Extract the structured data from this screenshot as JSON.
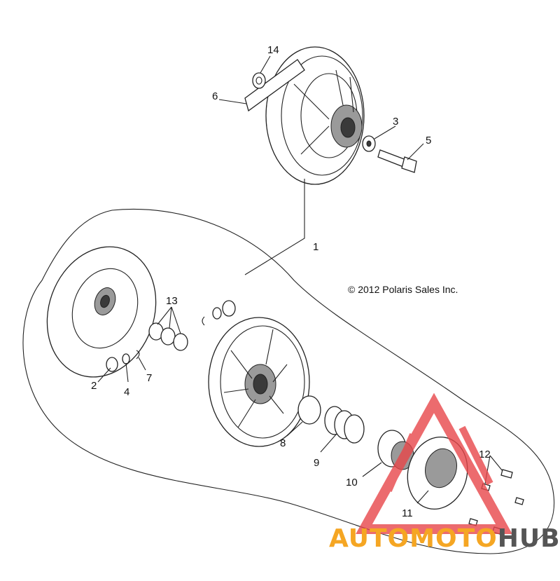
{
  "copyright": "© 2012 Polaris Sales Inc.",
  "callouts": [
    "1",
    "2",
    "3",
    "4",
    "5",
    "6",
    "7",
    "8",
    "9",
    "10",
    "11",
    "12",
    "13",
    "14"
  ],
  "watermark": {
    "part1": "AUTOMOTO",
    "part2": "HUB",
    "color_main": "#f5a623",
    "color_secondary": "#555555",
    "triangle_color": "#e8474a"
  }
}
